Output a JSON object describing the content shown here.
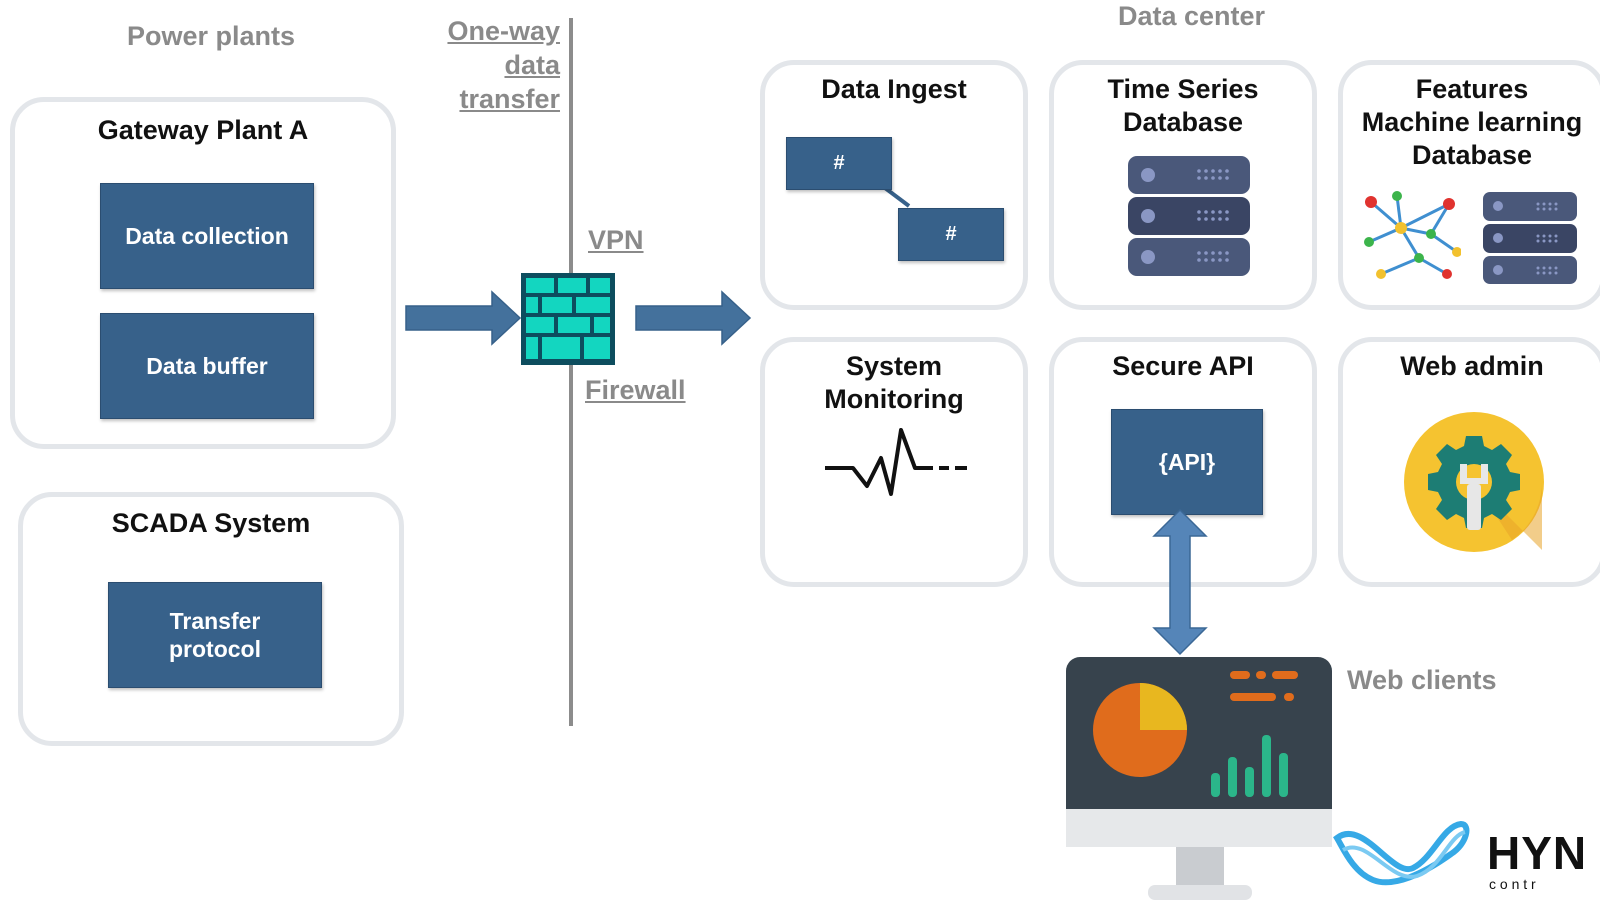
{
  "power_plants": {
    "title": "Power plants",
    "gateway": {
      "title": "Gateway Plant A",
      "items": [
        "Data collection",
        "Data buffer"
      ]
    },
    "scada": {
      "title": "SCADA System",
      "item_line1": "Transfer",
      "item_line2": "protocol"
    }
  },
  "transfer": {
    "label_line1": "One-way",
    "label_line2": "data",
    "label_line3": "transfer",
    "vpn": "VPN",
    "firewall": "Firewall"
  },
  "data_center": {
    "title": "Data center",
    "ingest": {
      "title": "Data Ingest",
      "node1": "#",
      "node2": "#"
    },
    "tsdb": {
      "title_line1": "Time Series",
      "title_line2": "Database"
    },
    "features": {
      "title_line1": "Features",
      "title_line2": "Machine learning",
      "title_line3": "Database"
    },
    "monitoring": {
      "title_line1": "System",
      "title_line2": "Monitoring"
    },
    "api": {
      "title": "Secure API",
      "label": "{API}"
    },
    "webadmin": {
      "title": "Web admin"
    }
  },
  "web_clients": {
    "label": "Web clients"
  },
  "logo": {
    "text": "HYN",
    "subtext": "c o n t r"
  },
  "colors": {
    "blue_box": "#37618a",
    "arrow": "#44719c",
    "firewall": "#13d6c0",
    "server": "#3c4a6b",
    "gear_bg": "#f5c330",
    "gear": "#1d7d74",
    "monitor": "#37434d",
    "pie_orange": "#e06c1c",
    "pie_yellow": "#e8b71f",
    "bars": "#2bb68a"
  }
}
